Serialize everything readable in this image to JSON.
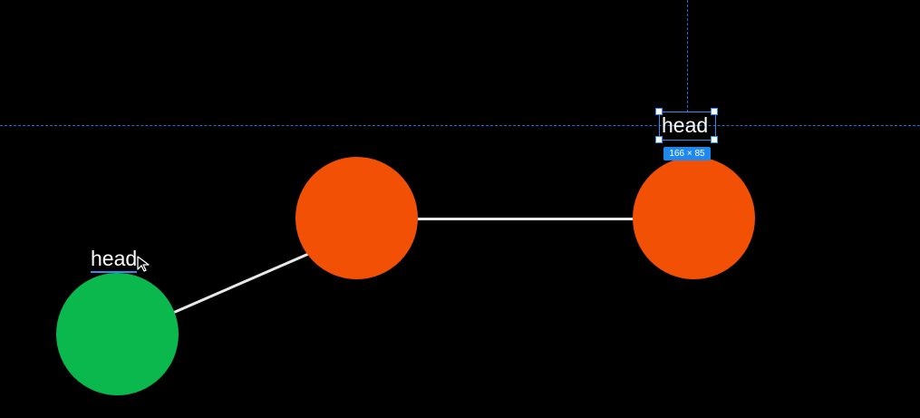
{
  "canvas": {
    "background": "#000000",
    "guide_color": "#1f6fd1",
    "edge_color": "#e8e8e8"
  },
  "nodes": [
    {
      "id": "node-1",
      "color": "#0ab84d"
    },
    {
      "id": "node-2",
      "color": "#f25005"
    },
    {
      "id": "node-3",
      "color": "#f25005"
    }
  ],
  "labels": {
    "left": "head",
    "selected": "head"
  },
  "selection": {
    "size_badge": "166 × 85",
    "accent": "#2e8ef0"
  },
  "cursor": {
    "icon": "arrow-cursor-icon"
  }
}
